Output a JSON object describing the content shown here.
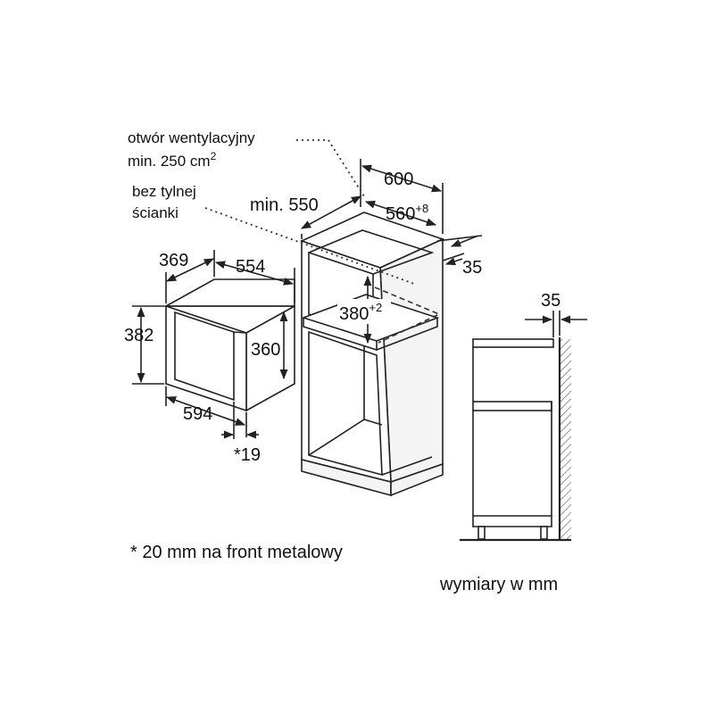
{
  "annotations": {
    "vent_label_line1": "otwór wentylacyjny",
    "vent_label_line2": "min. 250 cm",
    "vent_label_sup": "2",
    "no_back_line1": "bez tylnej",
    "no_back_line2": "ścianki",
    "footnote": "* 20 mm na front metalowy",
    "units": "wymiary w mm"
  },
  "appliance": {
    "depth": "369",
    "width_inner": "554",
    "height": "382",
    "height_inner": "360",
    "width": "594",
    "front_note": "*19"
  },
  "cabinet": {
    "width": "600",
    "min_depth": "min. 550",
    "niche_width": "560",
    "niche_width_tol": "+8",
    "gap": "35",
    "niche_height": "380",
    "niche_height_tol": "+2"
  },
  "side_view": {
    "gap": "35"
  }
}
